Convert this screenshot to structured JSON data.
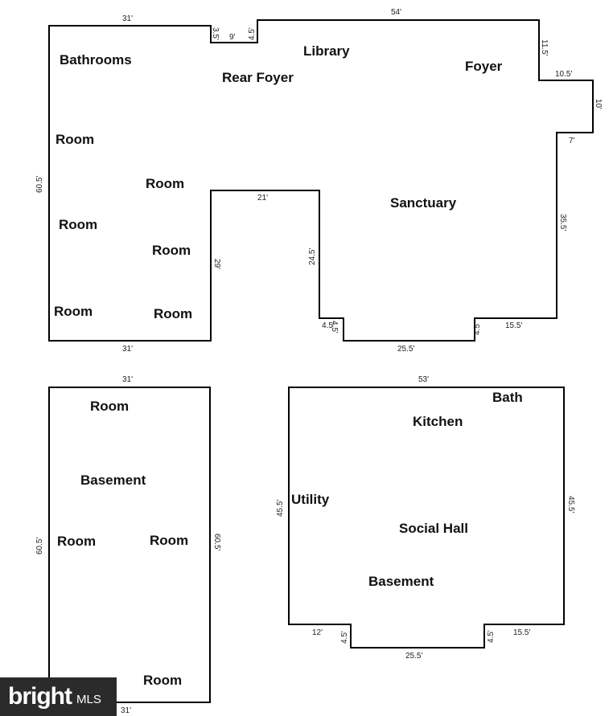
{
  "floors": [
    {
      "id": "main-floor",
      "rooms": [
        "Bathrooms",
        "Library",
        "Rear Foyer",
        "Foyer",
        "Room",
        "Room",
        "Room",
        "Room",
        "Room",
        "Room",
        "Sanctuary"
      ],
      "dimensions": [
        "31'",
        "3.5'",
        "9'",
        "4.5'",
        "54'",
        "11.5'",
        "10.5'",
        "10'",
        "7'",
        "35.5'",
        "60.5'",
        "21'",
        "24.5'",
        "29'",
        "4.5'",
        "4.5'",
        "25.5'",
        "4.5'",
        "15.5'",
        "31'"
      ]
    },
    {
      "id": "basement-left",
      "rooms": [
        "Room",
        "Basement",
        "Room",
        "Room",
        "Room"
      ],
      "dimensions": [
        "31'",
        "60.5'",
        "60.5'",
        "31'"
      ]
    },
    {
      "id": "lower-right",
      "rooms": [
        "Bath",
        "Kitchen",
        "Utility",
        "Social Hall",
        "Basement"
      ],
      "dimensions": [
        "53'",
        "45.5'",
        "45.5'",
        "12'",
        "4.5'",
        "25.5'",
        "4.5'",
        "15.5'"
      ]
    }
  ],
  "logo": {
    "brand": "bright",
    "suffix": "MLS"
  }
}
